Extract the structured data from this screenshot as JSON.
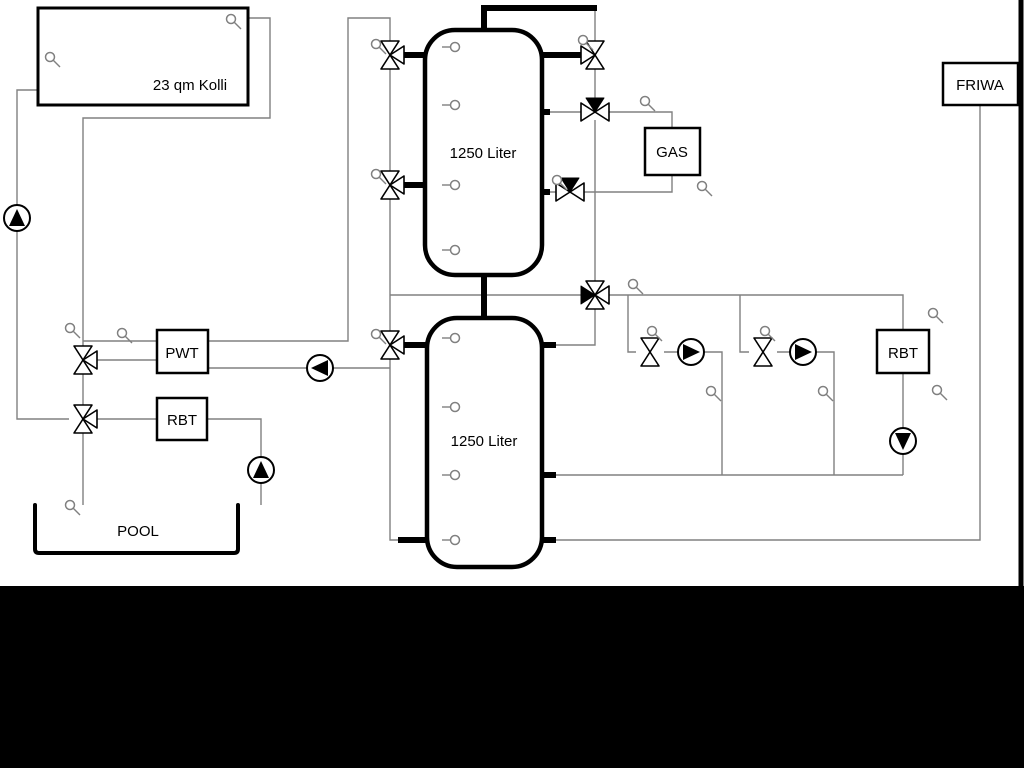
{
  "diagram": {
    "labels": {
      "collector": "23 qm Kolli",
      "tank_top": "1250 Liter",
      "tank_bottom": "1250 Liter",
      "gas": "GAS",
      "friwa": "FRIWA",
      "pwt": "PWT",
      "rbt_left": "RBT",
      "rbt_right": "RBT",
      "pool": "POOL"
    },
    "colors": {
      "background": "#ffffff",
      "footer": "#000000",
      "line_thin": "#808080",
      "line_thick": "#000000"
    }
  }
}
